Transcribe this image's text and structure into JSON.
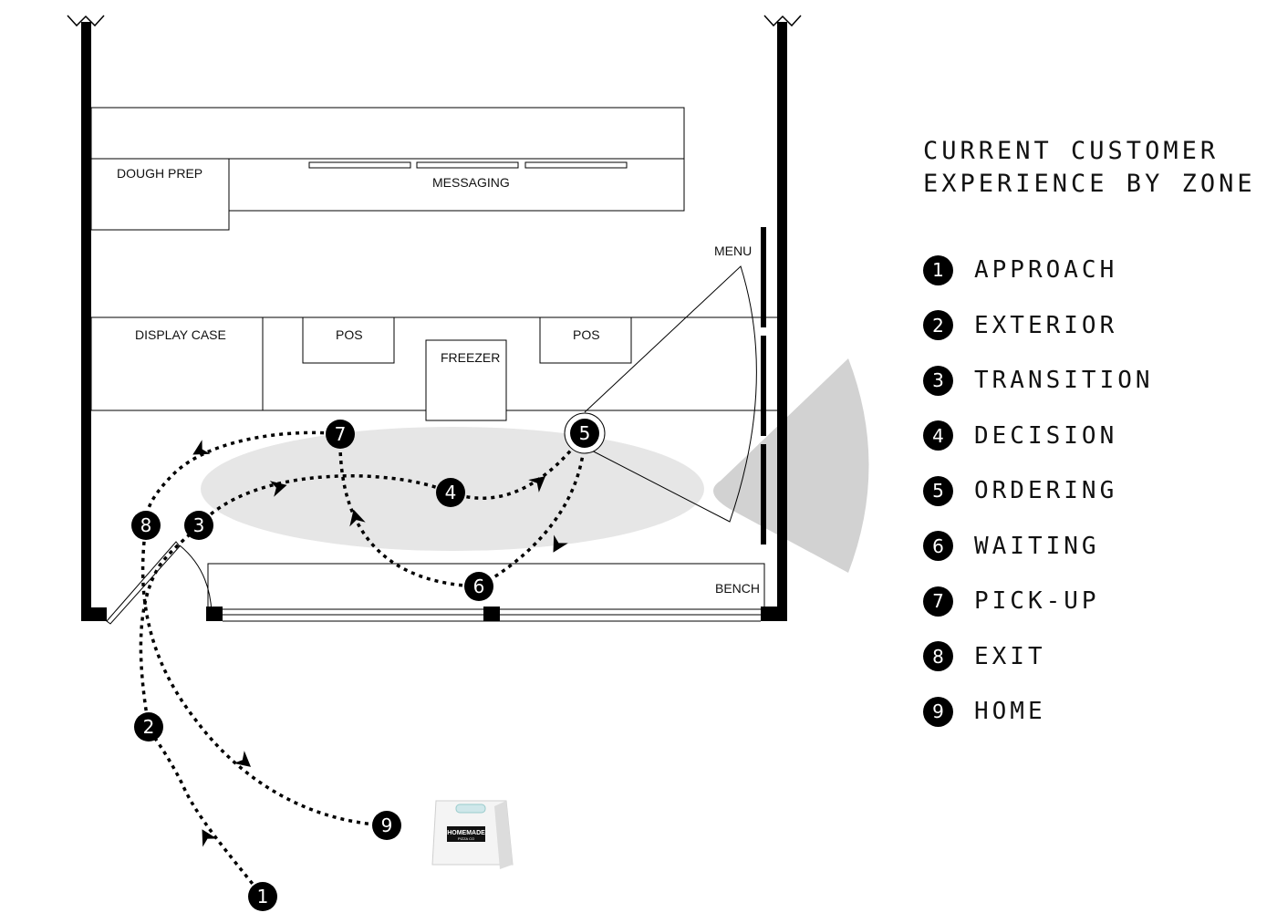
{
  "legend": {
    "title_line1": "CURRENT CUSTOMER",
    "title_line2": "EXPERIENCE BY ZONE",
    "items": [
      {
        "num": "1",
        "label": "APPROACH"
      },
      {
        "num": "2",
        "label": "EXTERIOR"
      },
      {
        "num": "3",
        "label": "TRANSITION"
      },
      {
        "num": "4",
        "label": "DECISION"
      },
      {
        "num": "5",
        "label": "ORDERING"
      },
      {
        "num": "6",
        "label": "WAITING"
      },
      {
        "num": "7",
        "label": "PICK-UP"
      },
      {
        "num": "8",
        "label": "EXIT"
      },
      {
        "num": "9",
        "label": "HOME"
      }
    ]
  },
  "plan": {
    "dough_prep": "DOUGH PREP",
    "messaging": "MESSAGING",
    "menu": "MENU",
    "display_case": "DISPLAY CASE",
    "pos_left": "POS",
    "pos_right": "POS",
    "freezer": "FREEZER",
    "bench": "BENCH",
    "bag_brand": "HOMEMADE",
    "bag_sub": "PIZZA CO"
  },
  "markers": [
    "1",
    "2",
    "3",
    "4",
    "5",
    "6",
    "7",
    "8",
    "9"
  ],
  "colors": {
    "ink": "#000000",
    "zone_fill": "#e6e6e6",
    "viewcone_fill": "#d2d2d2"
  }
}
